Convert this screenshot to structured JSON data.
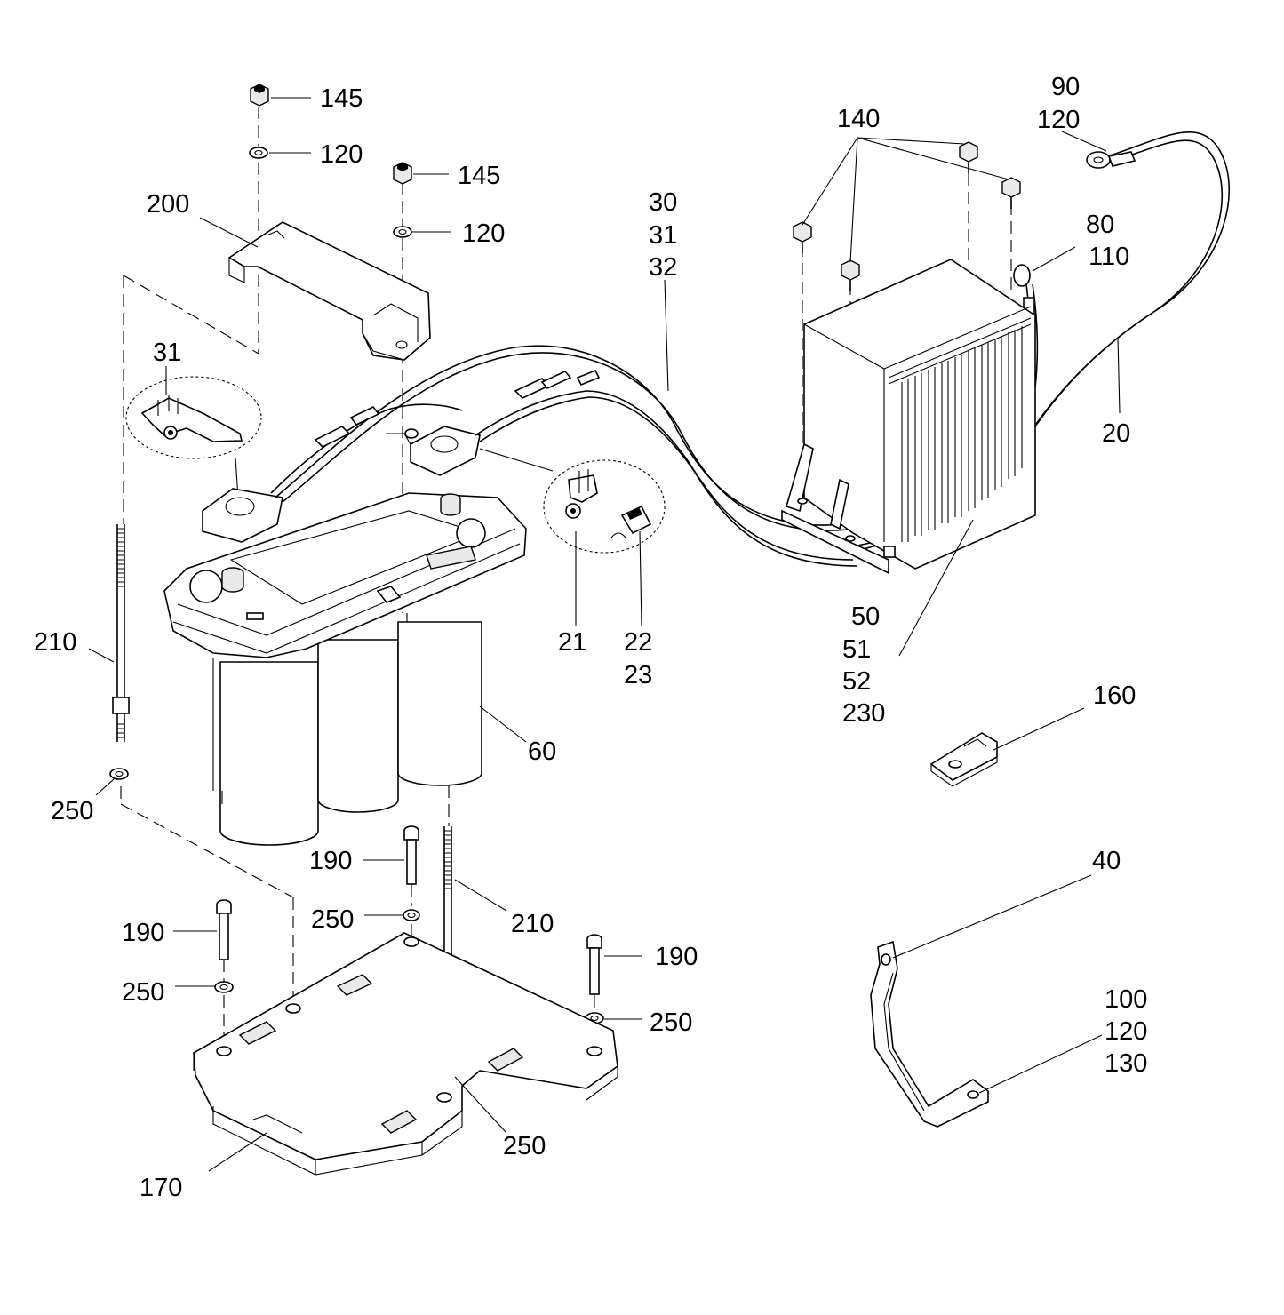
{
  "callouts": [
    {
      "id": "c145a",
      "lines": [
        "145"
      ]
    },
    {
      "id": "c120a",
      "lines": [
        "120"
      ]
    },
    {
      "id": "c145b",
      "lines": [
        "145"
      ]
    },
    {
      "id": "c120b",
      "lines": [
        "120"
      ]
    },
    {
      "id": "c200",
      "lines": [
        "200"
      ]
    },
    {
      "id": "c31",
      "lines": [
        "31"
      ]
    },
    {
      "id": "c30",
      "lines": [
        "30",
        "31",
        "32"
      ]
    },
    {
      "id": "c140",
      "lines": [
        "140"
      ]
    },
    {
      "id": "c90",
      "lines": [
        "90",
        "120"
      ]
    },
    {
      "id": "c80",
      "lines": [
        "80",
        "110"
      ]
    },
    {
      "id": "c20",
      "lines": [
        "20"
      ]
    },
    {
      "id": "c210a",
      "lines": [
        "210"
      ]
    },
    {
      "id": "c21",
      "lines": [
        "21"
      ]
    },
    {
      "id": "c22",
      "lines": [
        "22",
        "23"
      ]
    },
    {
      "id": "c50",
      "lines": [
        "50",
        "51",
        "52",
        "230"
      ]
    },
    {
      "id": "c160",
      "lines": [
        "160"
      ]
    },
    {
      "id": "c60",
      "lines": [
        "60"
      ]
    },
    {
      "id": "c250a",
      "lines": [
        "250"
      ]
    },
    {
      "id": "c190a",
      "lines": [
        "190"
      ]
    },
    {
      "id": "c250b",
      "lines": [
        "250"
      ]
    },
    {
      "id": "c210b",
      "lines": [
        "210"
      ]
    },
    {
      "id": "c190b",
      "lines": [
        "190"
      ]
    },
    {
      "id": "c250c",
      "lines": [
        "250"
      ]
    },
    {
      "id": "c190c",
      "lines": [
        "190"
      ]
    },
    {
      "id": "c250d",
      "lines": [
        "250"
      ]
    },
    {
      "id": "c40",
      "lines": [
        "40"
      ]
    },
    {
      "id": "c100",
      "lines": [
        "100",
        "120",
        "130"
      ]
    },
    {
      "id": "c250e",
      "lines": [
        "250"
      ]
    },
    {
      "id": "c170",
      "lines": [
        "170"
      ]
    }
  ]
}
